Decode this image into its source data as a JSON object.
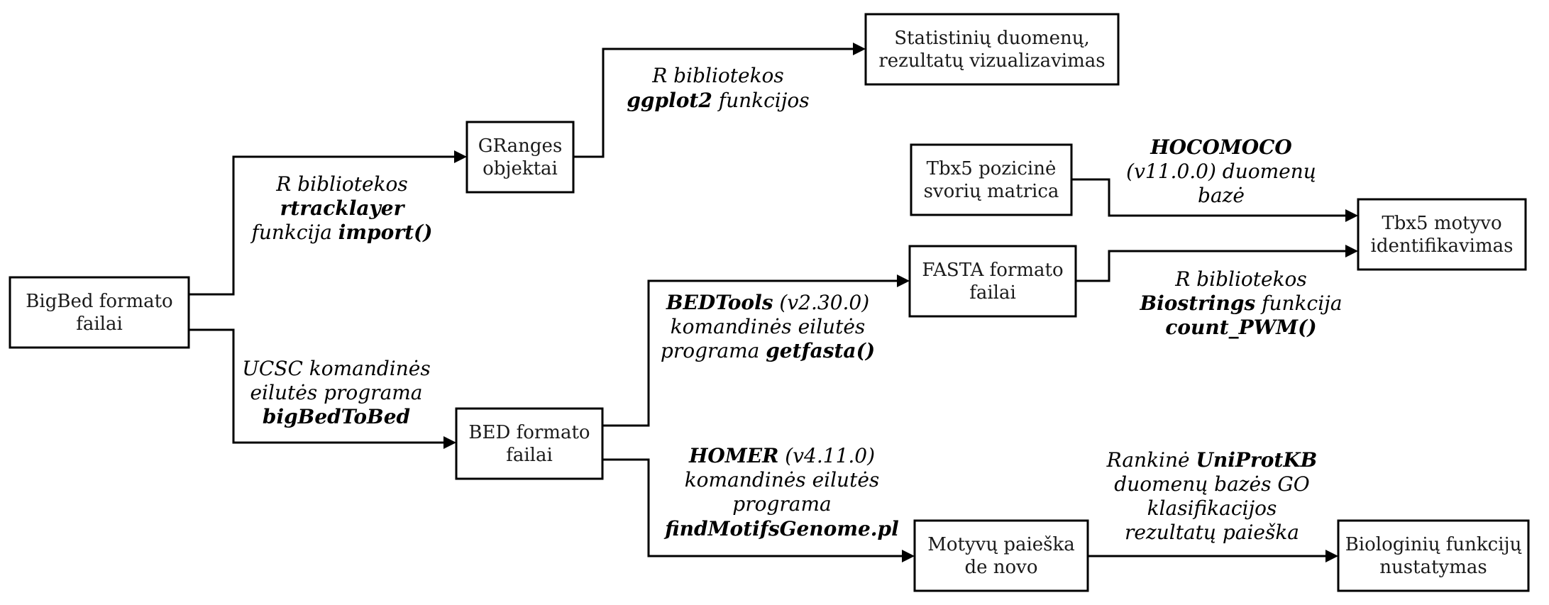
{
  "nodes": {
    "bigbed": [
      "BigBed formato",
      "failai"
    ],
    "granges": [
      "GRanges",
      "objektai"
    ],
    "bed": [
      "BED formato",
      "failai"
    ],
    "stats": [
      "Statistinių duomenų,",
      "rezultatų vizualizavimas"
    ],
    "pwm": [
      "Tbx5 pozicinė",
      "svorių matrica"
    ],
    "fasta": [
      "FASTA formato",
      "failai"
    ],
    "tbx5": [
      "Tbx5 motyvo",
      "identifikavimas"
    ],
    "motifs": [
      "Motyvų paieška",
      "de novo"
    ],
    "bio": [
      "Biologinių funkcijų",
      "nustatymas"
    ]
  },
  "labels": {
    "rtracklayer": {
      "l1": "R bibliotekos",
      "l2": "rtracklayer",
      "l3a": "funkcija ",
      "l3b": "import()"
    },
    "ucsc": {
      "l1": "UCSC komandinės",
      "l2": "eilutės programa",
      "l3": "bigBedToBed"
    },
    "ggplot": {
      "l1": "R bibliotekos",
      "l2a": "ggplot2",
      "l2b": " funkcijos"
    },
    "bedtools": {
      "l1a": "BEDTools",
      "l1b": " (v2.30.0)",
      "l2": "komandinės eilutės",
      "l3a": "programa ",
      "l3b": "getfasta()"
    },
    "homer": {
      "l1a": "HOMER",
      "l1b": " (v4.11.0)",
      "l2": "komandinės eilutės",
      "l3": "programa",
      "l4": "findMotifsGenome.pl"
    },
    "hocomoco": {
      "l1": "HOCOMOCO",
      "l2": "(v11.0.0) duomenų",
      "l3": "bazė"
    },
    "biostrings": {
      "l1": "R bibliotekos",
      "l2a": "Biostrings",
      "l2b": " funkcija",
      "l3": "count_PWM()"
    },
    "uniprot": {
      "l1a": "Rankinė ",
      "l1b": "UniProtKB",
      "l2": "duomenų bazės GO",
      "l3": "klasifikacijos",
      "l4": "rezultatų paieška"
    }
  }
}
